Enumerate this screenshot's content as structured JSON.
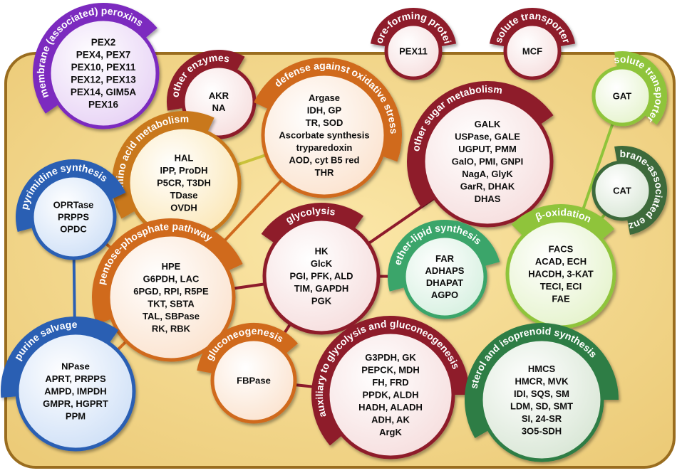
{
  "colors": {
    "cell_fill": "#f5d98f",
    "cell_border": "#9a6d1f",
    "purple": "#7b2cbf",
    "maroon": "#8e1b2b",
    "orange": "#d06a1e",
    "amber": "#c9781a",
    "blue": "#2b5fb3",
    "green_light": "#8fc43a",
    "green_dark": "#3d6b3a",
    "teal_green": "#3aa56a",
    "sterol_green": "#2f7d45"
  },
  "nodes": [
    {
      "id": "peroxins",
      "group": "membrane (associated) peroxins",
      "items": [
        "PEX2",
        "PEX4, PEX7",
        "PEX10, PEX11",
        "PEX12, PEX13",
        "PEX14, GIM5A",
        "PEX16"
      ]
    },
    {
      "id": "pex11",
      "group": "pore-forming protein",
      "items": [
        "PEX11"
      ]
    },
    {
      "id": "mcf",
      "group": "solute transporter",
      "items": [
        "MCF"
      ]
    },
    {
      "id": "gat",
      "group": "solute transporter",
      "items": [
        "GAT"
      ]
    },
    {
      "id": "cat",
      "group": "membrane-associated enzyme",
      "items": [
        "CAT"
      ]
    },
    {
      "id": "other_enzymes",
      "group": "other enzymes",
      "items": [
        "AKR",
        "NA"
      ]
    },
    {
      "id": "oxidative",
      "group": "defense against oxidative stress",
      "items": [
        "Argase",
        "IDH, GP",
        "TR, SOD",
        "Ascorbate synthesis",
        "tryparedoxin",
        "AOD, cyt B5 red",
        "THR"
      ]
    },
    {
      "id": "amino_acid",
      "group": "amino acid metabolism",
      "items": [
        "HAL",
        "IPP, ProDH",
        "P5CR, T3DH",
        "TDase",
        "OVDH"
      ]
    },
    {
      "id": "other_sugar",
      "group": "other sugar metabolism",
      "items": [
        "GALK",
        "USPase, GALE",
        "UGPUT, PMM",
        "GalO, PMI, GNPI",
        "NagA, GlyK",
        "GarR, DHAK",
        "DHAS"
      ]
    },
    {
      "id": "pyrimidine",
      "group": "pyrimidine synthesis",
      "items": [
        "OPRTase",
        "PRPPS",
        "OPDC"
      ]
    },
    {
      "id": "ppp",
      "group": "pentose-phosphate pathway",
      "items": [
        "HPE",
        "G6PDH, LAC",
        "6PGD, RPI, R5PE",
        "TKT, SBTA",
        "TAL, SBPase",
        "RK, RBK"
      ]
    },
    {
      "id": "glycolysis",
      "group": "glycolysis",
      "items": [
        "HK",
        "GlcK",
        "PGI, PFK, ALD",
        "TIM, GAPDH",
        "PGK"
      ]
    },
    {
      "id": "ether_lipid",
      "group": "ether-lipid synthesis",
      "items": [
        "FAR",
        "ADHAPS",
        "DHAPAT",
        "AGPO"
      ]
    },
    {
      "id": "beta_ox",
      "group": "β-oxidation",
      "items": [
        "FACS",
        "ACAD, ECH",
        "HACDH, 3-KAT",
        "TECI, ECI",
        "FAE"
      ]
    },
    {
      "id": "purine",
      "group": "purine salvage",
      "items": [
        "NPase",
        "APRT, PRPPS",
        "AMPD, IMPDH",
        "GMPR, HGPRT",
        "PPM"
      ]
    },
    {
      "id": "gluconeogenesis",
      "group": "gluconeogenesis",
      "items": [
        "FBPase"
      ]
    },
    {
      "id": "auxiliary",
      "group": "auxiliary to glycolysis and gluconeogenesis",
      "items": [
        "G3PDH, GK",
        "PEPCK, MDH",
        "FH, FRD",
        "PPDK, ALDH",
        "HADH, ALADH",
        "ADH, AK",
        "ArgK"
      ]
    },
    {
      "id": "sterol",
      "group": "sterol and isoprenoid synthesis",
      "items": [
        "HMCS",
        "HMCR, MVK",
        "IDI, SQS, SM",
        "LDM, SD, SMT",
        "SI, 24-SR",
        "3O5-SDH"
      ]
    }
  ]
}
